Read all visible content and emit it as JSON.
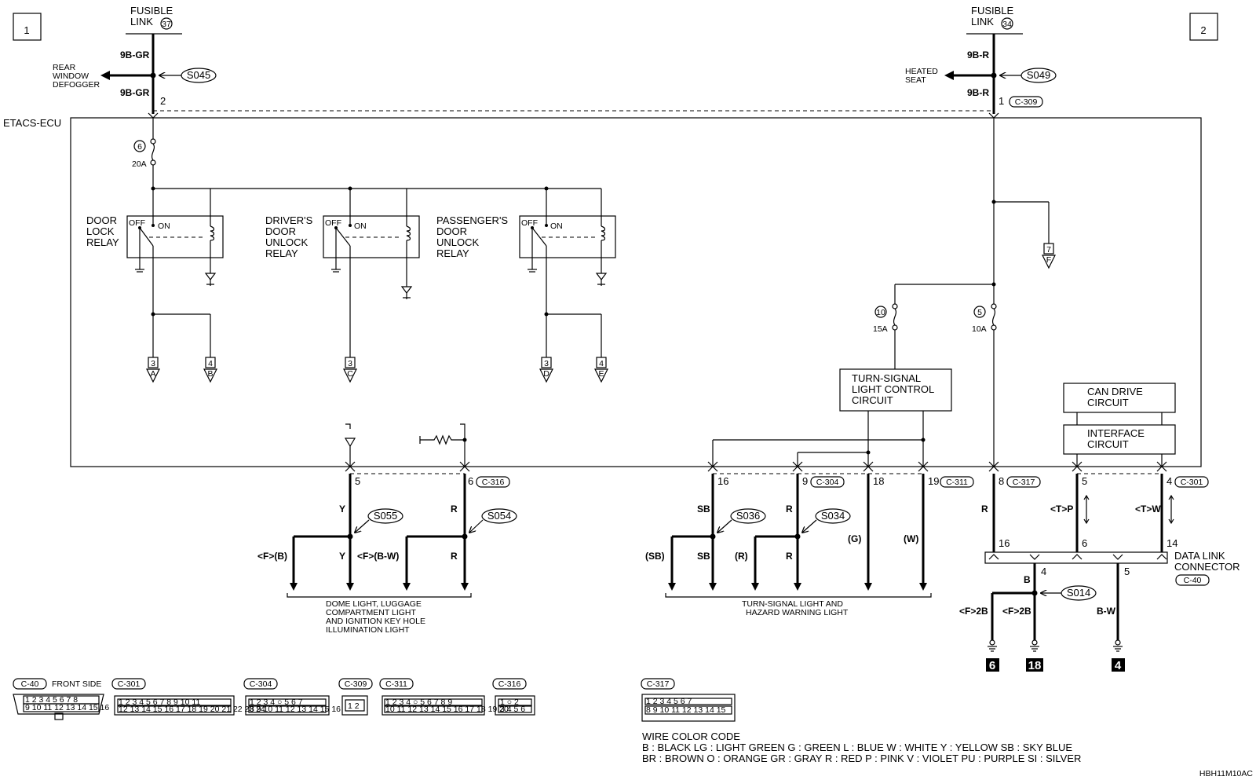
{
  "pages": {
    "left": "1",
    "right": "2"
  },
  "fusible_links": [
    {
      "title": "FUSIBLE\nLINK",
      "number": "37"
    },
    {
      "title": "FUSIBLE\nLINK",
      "number": "34"
    }
  ],
  "wire_labels": {
    "left_upper": "9B-GR",
    "left_lower": "9B-GR",
    "right_upper": "9B-R",
    "right_lower": "9B-R"
  },
  "left_branch": "REAR\nWINDOW\nDEFOGGER",
  "right_branch": "HEATED\nSEAT",
  "splices": {
    "s045": "S045",
    "s049": "S049",
    "s055": "S055",
    "s054": "S054",
    "s036": "S036",
    "s034": "S034",
    "s014": "S014"
  },
  "ecu_label": "ETACS-ECU",
  "ecu_pins_top": {
    "left": "2",
    "right": "1"
  },
  "connector_top": "C-309",
  "fuses": [
    {
      "num": "6",
      "rating": "20A"
    },
    {
      "num": "10",
      "rating": "15A"
    },
    {
      "num": "5",
      "rating": "10A"
    }
  ],
  "relays": [
    {
      "name": "DOOR\nLOCK\nRELAY"
    },
    {
      "name": "DRIVER'S\nDOOR\nUNLOCK\nRELAY"
    },
    {
      "name": "PASSENGER'S\nDOOR\nUNLOCK\nRELAY"
    }
  ],
  "relay_switch": {
    "off": "OFF",
    "on": "ON"
  },
  "off_page": [
    {
      "num": "3",
      "letter": "A"
    },
    {
      "num": "4",
      "letter": "B"
    },
    {
      "num": "3",
      "letter": "C"
    },
    {
      "num": "3",
      "letter": "D"
    },
    {
      "num": "4",
      "letter": "E"
    },
    {
      "num": "7",
      "letter": "F"
    }
  ],
  "circuits": {
    "turn_signal": "TURN-SIGNAL\nLIGHT CONTROL\nCIRCUIT",
    "can_drive": "CAN DRIVE\nCIRCUIT",
    "interface": "INTERFACE\nCIRCUIT"
  },
  "bottom_pins": [
    "5",
    "6",
    "16",
    "9",
    "18",
    "19",
    "8",
    "5",
    "4"
  ],
  "connectors": {
    "c316": "C-316",
    "c304": "C-304",
    "c311": "C-311",
    "c317": "C-317",
    "c301": "C-301",
    "c40": "C-40"
  },
  "wires_bottom": {
    "y": "Y",
    "r": "R",
    "sb": "SB",
    "r2": "R",
    "g": "(G)",
    "w": "(W)",
    "r3": "R",
    "tp": "<T>P",
    "tw": "<T>W",
    "fb": "<F>(B)",
    "y2": "Y",
    "fbw": "<F>(B-W)",
    "r4": "R",
    "sb_paren": "(SB)",
    "sb2": "SB",
    "r_paren": "(R)",
    "r5": "R"
  },
  "dlc": {
    "label": "DATA LINK\nCONNECTOR",
    "pins_top": [
      "16",
      "6",
      "14"
    ],
    "pins_bottom": [
      "4",
      "5"
    ],
    "wire_b": "B",
    "wire_bw": "B-W",
    "f2b_left": "<F>2B",
    "f2b_right": "<F>2B"
  },
  "grounds": [
    "6",
    "18",
    "4"
  ],
  "groups": {
    "dome": "DOME LIGHT, LUGGAGE\nCOMPARTMENT LIGHT\nAND IGNITION KEY HOLE\nILLUMINATION LIGHT",
    "turn": "TURN-SIGNAL LIGHT AND\nHAZARD WARNING LIGHT"
  },
  "connector_legend": {
    "c40": "C-40",
    "front_side": "FRONT SIDE",
    "c301": "C-301",
    "c304": "C-304",
    "c309": "C-309",
    "c311": "C-311",
    "c316": "C-316",
    "c317": "C-317"
  },
  "wire_color_code": {
    "title": "WIRE COLOR CODE",
    "line1": "B : BLACK    LG : LIGHT GREEN    G : GREEN    L : BLUE    W : WHITE    Y : YELLOW    SB : SKY BLUE",
    "line2": "BR : BROWN    O : ORANGE    GR : GRAY    R : RED    P : PINK    V : VIOLET    PU : PURPLE    SI : SILVER"
  },
  "figure_code": "HBH11M10AC"
}
